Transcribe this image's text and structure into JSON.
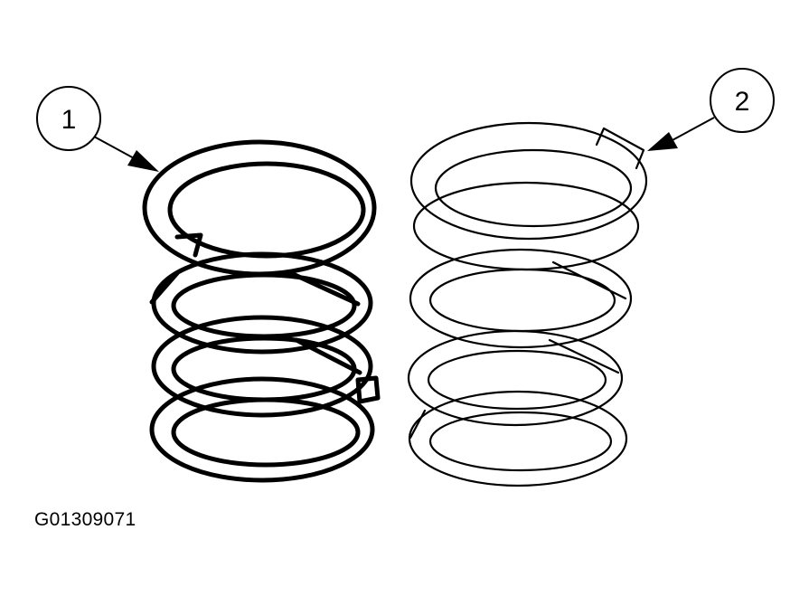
{
  "callouts": [
    {
      "label": "1",
      "target": "left-spring"
    },
    {
      "label": "2",
      "target": "right-spring"
    }
  ],
  "figure_id": "G01309071",
  "colors": {
    "ink": "#000000",
    "paper": "#ffffff"
  }
}
